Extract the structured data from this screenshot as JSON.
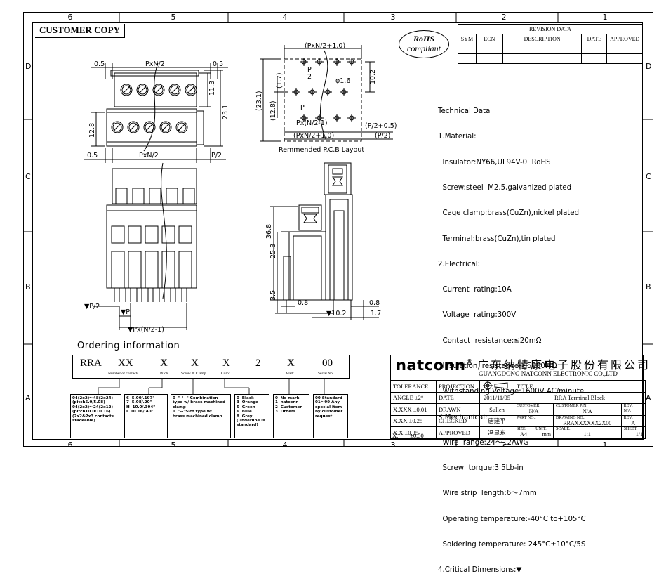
{
  "border": {
    "top_numbers": [
      "6",
      "5",
      "4",
      "3",
      "2",
      "1"
    ],
    "bottom_numbers": [
      "6",
      "5",
      "4",
      "3",
      "2",
      "1"
    ],
    "left_letters": [
      "D",
      "C",
      "B",
      "A"
    ],
    "right_letters": [
      "D",
      "C",
      "B",
      "A"
    ]
  },
  "header": {
    "customer_copy": "CUSTOMER COPY",
    "rohs_line1": "RoHS",
    "rohs_line2": "compliant"
  },
  "revision": {
    "title": "REVISION DATA",
    "columns": [
      "SYM",
      "ECN",
      "DESCRIPTION",
      "DATE",
      "APPROVED"
    ]
  },
  "drawing": {
    "top_view": {
      "dims": [
        "0.5",
        "PxN/2",
        "0.5",
        "11.3",
        "23.1",
        "12.8",
        "0.5",
        "PxN/2",
        "P/2"
      ]
    },
    "pcb_layout": {
      "label": "Remmended P.C.B Layout",
      "dims": [
        "(PxN/2+1.0)",
        "P",
        "2",
        "10.2",
        "(1.7)",
        "φ1.6",
        "(23.1)",
        "(12.8)",
        "P",
        "Px(",
        "N",
        "2",
        "-1)",
        "(P/2+0.5)",
        "(PxN/2+1.0)",
        "(P/2)"
      ]
    },
    "front_view": {
      "dims": [
        "▼P/2",
        "▼P",
        "▼Px(N/2-1)"
      ]
    },
    "side_view": {
      "dims": [
        "36.8",
        "25.3",
        "3.5",
        "0.8",
        "▼10.2",
        "0.8",
        "1.7"
      ]
    }
  },
  "tech_data": [
    "Technical Data",
    "1.Material:",
    "  Insulator:NY66,UL94V-0  RoHS",
    "  Screw:steel  M2.5,galvanized plated",
    "  Cage clamp:brass(CuZn),nickel plated",
    "  Terminal:brass(CuZn),tin plated",
    "2.Electrical:",
    "  Current  rating:10A",
    "  Voltage  rating:300V",
    "  Contact  resistance:≦20mΩ",
    "  Insulation  resistance:≧5000MΩ",
    "  Withstanding Voltage:1600V AC/minute",
    "3.Mechanical:",
    "  Wire  range:24～12AWG",
    "  Screw  torque:3.5Lb-in",
    "  Wire strip  length:6～7mm",
    "  Operating temperature:-40°C to+105°C",
    "  Soldering temperature: 245°C±10°C/5S",
    "4.Critical Dimensions:▼"
  ],
  "ordering": {
    "title": "Ordering  information",
    "code": [
      "RRA",
      "XX",
      "X",
      "X",
      "X",
      "2",
      "X",
      "00"
    ],
    "sublabels": [
      "Number of contacts",
      "Pitch",
      "Screw & Clamp",
      "Color",
      "Mark",
      "Serial No."
    ],
    "options": [
      "04(2x2)～48(2x24)\n(pitch5.0/5.08)\n04(2x2)～24(2x12)\n(pitch10.0/10.16)\n(2x2&2x3 contacts\nstackable)",
      "6  5.00/.197\"\n7  5.08/.20\"\nH  10.0/.394\"\nI  10.16/.40\"",
      "0  \"-/+\" Combination\ntype w/ brass machined\nclamp\n1  \"--\"Slot type w/\nbrass machined clamp",
      "0  Black\n3  Orange\n5  Green\n6  Blue\n8  Grey\n(Underline is\nstandard)",
      "0  No mark\n1  natconn\n2  Customer\n3  Others",
      "00 Standard\n01～99 Any\nspecial item\nby customer\nrequest"
    ]
  },
  "title_block": {
    "brand": "natconn",
    "registered": "®",
    "company_cn": "广东纳特康电子股份有限公司",
    "company_en": "GUANGDONG NATCONN ELECTRONIC CO.,LTD",
    "tolerance_label": "TOLERANCE:",
    "tolerances": [
      {
        "label": "ANGLE",
        "value": "±2°"
      },
      {
        "label": "X.XXX",
        "value": "±0.01"
      },
      {
        "label": "X.XX",
        "value": "±0.25"
      },
      {
        "label": "X.X",
        "value": "±0.35"
      },
      {
        "label": "X.",
        "value": "±0.50"
      }
    ],
    "projection_label": "PROJECTION",
    "date_label": "DATE",
    "date_value": "2011/11/05",
    "drawn_label": "DRAWN",
    "drawn_value": "Sullen",
    "checked_label": "CHECKED",
    "checked_value": "唐建平",
    "approved_label": "APPROVED",
    "approved_value": "冯显东",
    "title_label": "TITLE:",
    "title_value": "RRA  Terminal Block",
    "customer_label": "CUSTOMER:",
    "customer_value": "N/A",
    "customer_pn_label": "CUSTOMER P/N:",
    "customer_pn_value": "N/A",
    "rev_label": "REV:",
    "rev_value": "N/A",
    "part_no_label": "PART NO.:",
    "drawing_no_label": "DRAWING NO.:",
    "drawing_no_value": "RRAXXXXXX2X00",
    "rev2_label": "REV:",
    "rev2_value": "A",
    "size_label": "SIZE:",
    "size_value": "A4",
    "unit_label": "UNIT:",
    "unit_value": "mm",
    "scale_label": "SCALE:",
    "scale_value": "1:1",
    "sheet_label": "SHEET:",
    "sheet_value": "1/1"
  }
}
